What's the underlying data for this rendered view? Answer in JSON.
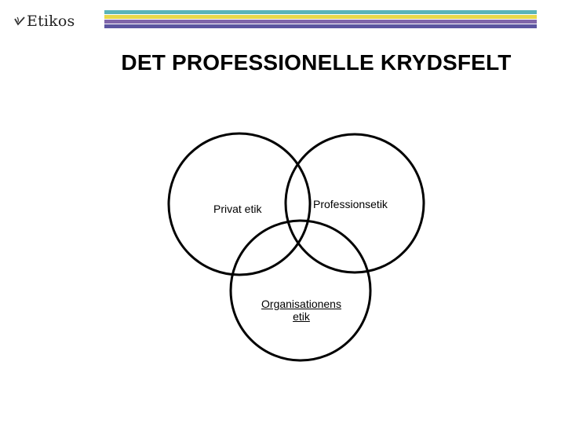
{
  "header": {
    "logo_text": "Etikos",
    "logo_icon": "leaf-check-icon",
    "stripe_colors": [
      "#5ab4b8",
      "#e8d84a",
      "#8066aa",
      "#5b55a0"
    ]
  },
  "slide": {
    "title": "DET PROFESSIONELLE KRYDSFELT"
  },
  "diagram": {
    "type": "venn",
    "circles": [
      {
        "label": "Privat etik"
      },
      {
        "label": "Professionsetik"
      },
      {
        "label": "Organisationens etik"
      }
    ],
    "stroke_color": "#000000"
  }
}
